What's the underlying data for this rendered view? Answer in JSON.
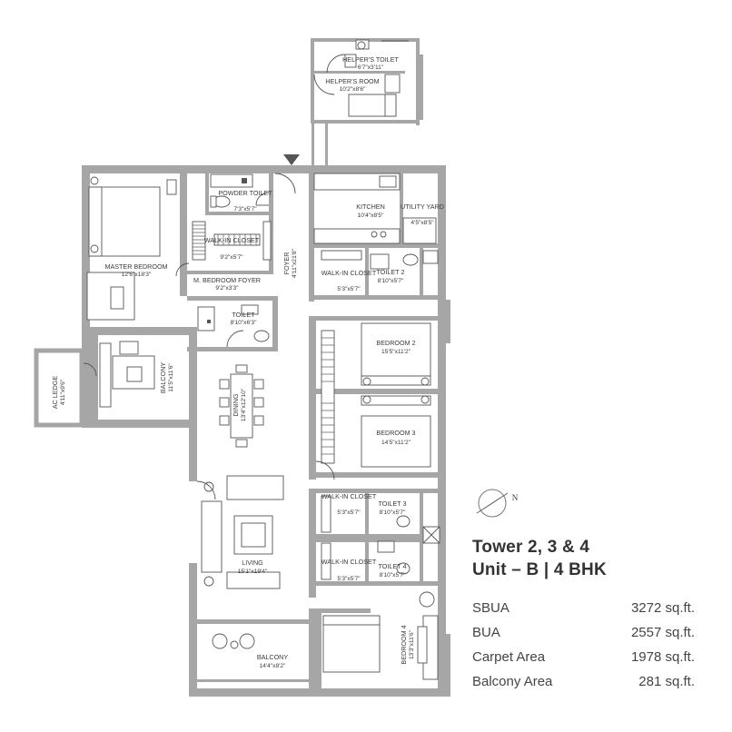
{
  "plan": {
    "rooms": [
      {
        "name": "HELPER'S TOILET",
        "dim": "6'7\"x3'11\""
      },
      {
        "name": "HELPER'S ROOM",
        "dim": "10'2\"x8'6\""
      },
      {
        "name": "POWDER TOILET",
        "dim": "7'3\"x5'7\""
      },
      {
        "name": "MASTER BEDROOM",
        "dim": "12'6\"x18'3\""
      },
      {
        "name": "WALK-IN CLOSET",
        "dim": "9'2\"x5'7\""
      },
      {
        "name": "M. BEDROOM FOYER",
        "dim": "9'2\"x3'3\""
      },
      {
        "name": "TOILET",
        "dim": "8'10\"x6'3\""
      },
      {
        "name": "FOYER",
        "dim": "4'11\"x21'8\""
      },
      {
        "name": "KITCHEN",
        "dim": "10'4\"x8'5\""
      },
      {
        "name": "UTILITY YARD",
        "dim": "4'5\"x8'5\""
      },
      {
        "name": "WALK-IN CLOSET",
        "dim": "5'3\"x5'7\""
      },
      {
        "name": "TOILET 2",
        "dim": "8'10\"x5'7\""
      },
      {
        "name": "BEDROOM 2",
        "dim": "15'5\"x11'2\""
      },
      {
        "name": "BEDROOM 3",
        "dim": "14'5\"x11'2\""
      },
      {
        "name": "AC LEDGE",
        "dim": "4'11\"x9'6\""
      },
      {
        "name": "BALCONY",
        "dim": "11'5\"x11'6\""
      },
      {
        "name": "DINING",
        "dim": "13'4\"x12'10\""
      },
      {
        "name": "WALK-IN CLOSET",
        "dim": "5'3\"x5'7\""
      },
      {
        "name": "TOILET 3",
        "dim": "8'10\"x5'7\""
      },
      {
        "name": "LIVING",
        "dim": "15'1\"x19'4\""
      },
      {
        "name": "WALK-IN CLOSET",
        "dim": "5'3\"x5'7\""
      },
      {
        "name": "TOILET 4",
        "dim": "8'10\"x5'7\""
      },
      {
        "name": "BEDROOM 4",
        "dim": "13'3\"x11'6\""
      },
      {
        "name": "BALCONY",
        "dim": "14'4\"x8'2\""
      }
    ],
    "compass": "N"
  },
  "info": {
    "title_line1": "Tower 2, 3 & 4",
    "title_line2": "Unit – B  |  4 BHK",
    "areas": [
      {
        "label": "SBUA",
        "value": "3272 sq.ft."
      },
      {
        "label": "BUA",
        "value": "2557 sq.ft."
      },
      {
        "label": "Carpet Area",
        "value": "1978 sq.ft."
      },
      {
        "label": "Balcony Area",
        "value": "281 sq.ft."
      }
    ]
  },
  "colors": {
    "wall": "#a6a6a6",
    "text": "#333333",
    "fixture": "#555555"
  }
}
